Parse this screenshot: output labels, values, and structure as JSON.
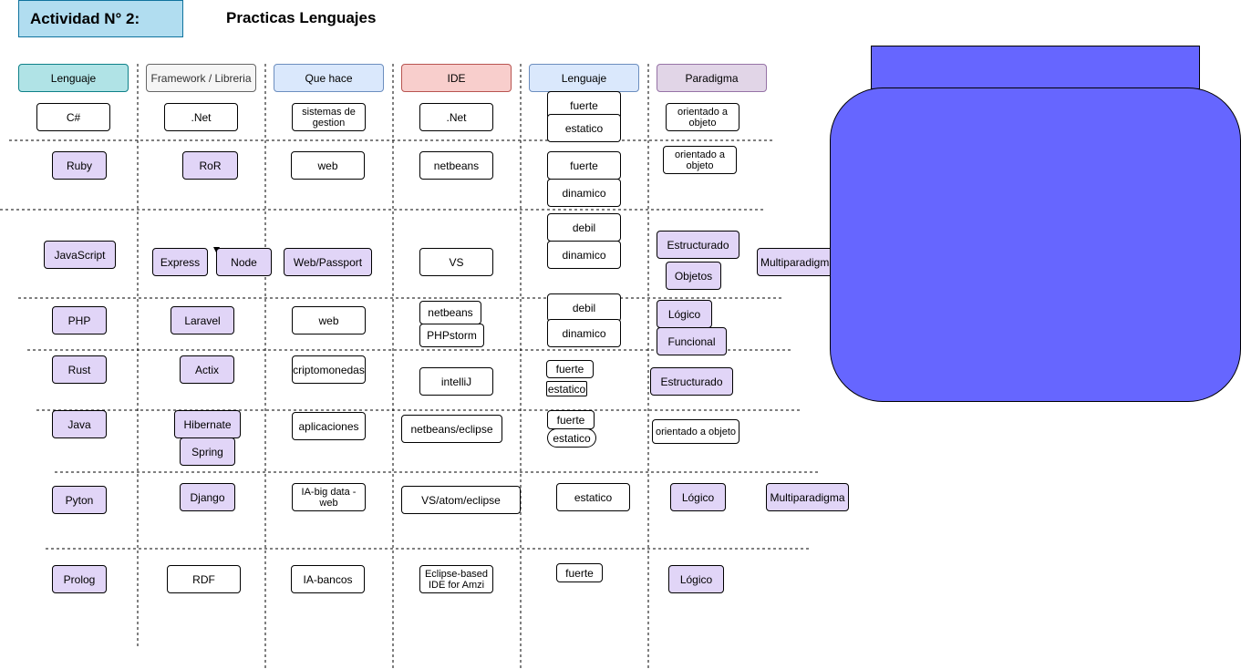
{
  "title": "Actividad N° 2:",
  "subtitle": "Practicas Lenguajes",
  "headers": {
    "lenguaje": "Lenguaje",
    "framework": "Framework / Libreria",
    "que_hace": "Que hace",
    "ide": "IDE",
    "tipado": "Lenguaje",
    "paradigma": "Paradigma"
  },
  "rows": [
    {
      "lang": "C#",
      "fw": ".Net",
      "que": "sistemas de gestion",
      "ide": ".Net",
      "tipo": [
        "fuerte",
        "estatico"
      ],
      "par": [
        "orientado a objeto"
      ]
    },
    {
      "lang": "Ruby",
      "fw": "RoR",
      "que": "web",
      "ide": "netbeans",
      "tipo": [
        "fuerte",
        "dinamico"
      ],
      "par": [
        "orientado a objeto"
      ]
    },
    {
      "lang": "JavaScript",
      "fw": [
        "Express",
        "Node"
      ],
      "que": "Web/Passport",
      "ide": "VS",
      "tipo": [
        "debil",
        "dinamico"
      ],
      "par": [
        "Estructurado",
        "Objetos",
        "Multiparadigma"
      ]
    },
    {
      "lang": "PHP",
      "fw": "Laravel",
      "que": "web",
      "ide": [
        "netbeans",
        "PHPstorm"
      ],
      "tipo": [
        "debil",
        "dinamico"
      ],
      "par": [
        "Lógico",
        "Funcional"
      ]
    },
    {
      "lang": "Rust",
      "fw": "Actix",
      "que": "criptomonedas",
      "ide": "intelliJ",
      "tipo": [
        "fuerte",
        "estatico"
      ],
      "par": [
        "Estructurado"
      ]
    },
    {
      "lang": "Java",
      "fw": [
        "Hibernate",
        "Spring"
      ],
      "que": "aplicaciones",
      "ide": "netbeans/eclipse",
      "tipo": [
        "fuerte",
        "estatico"
      ],
      "par": [
        "orientado a objeto"
      ]
    },
    {
      "lang": "Pyton",
      "fw": "Django",
      "que": "IA-big data - web",
      "ide": "VS/atom/eclipse",
      "tipo": [
        "estatico"
      ],
      "par": [
        "Lógico",
        "Multiparadigma"
      ]
    },
    {
      "lang": "Prolog",
      "fw": "RDF",
      "que": "IA-bancos",
      "ide": "Eclipse-based IDE for Amzi",
      "tipo": [
        "fuerte"
      ],
      "par": [
        "Lógico"
      ]
    }
  ],
  "colors": {
    "shape_fill": "#6666ff",
    "purple_fill": "#e1d5f7"
  }
}
